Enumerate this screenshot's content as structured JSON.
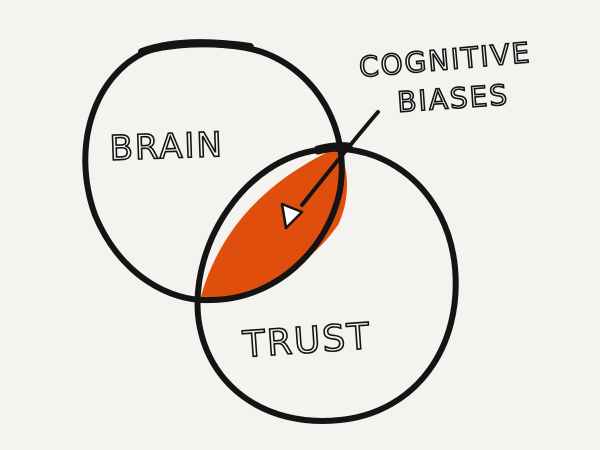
{
  "diagram": {
    "type": "venn",
    "sets": [
      {
        "label": "BRAIN"
      },
      {
        "label": "TRUST"
      }
    ],
    "intersection": {
      "fill_color": "#e04e0e",
      "annotation_lines": [
        "COGNITIVE",
        "BIASES"
      ]
    },
    "colors": {
      "background": "#f4f3ef",
      "stroke": "#141414",
      "highlight": "#e04e0e",
      "arrowhead": "#ffffff"
    }
  }
}
